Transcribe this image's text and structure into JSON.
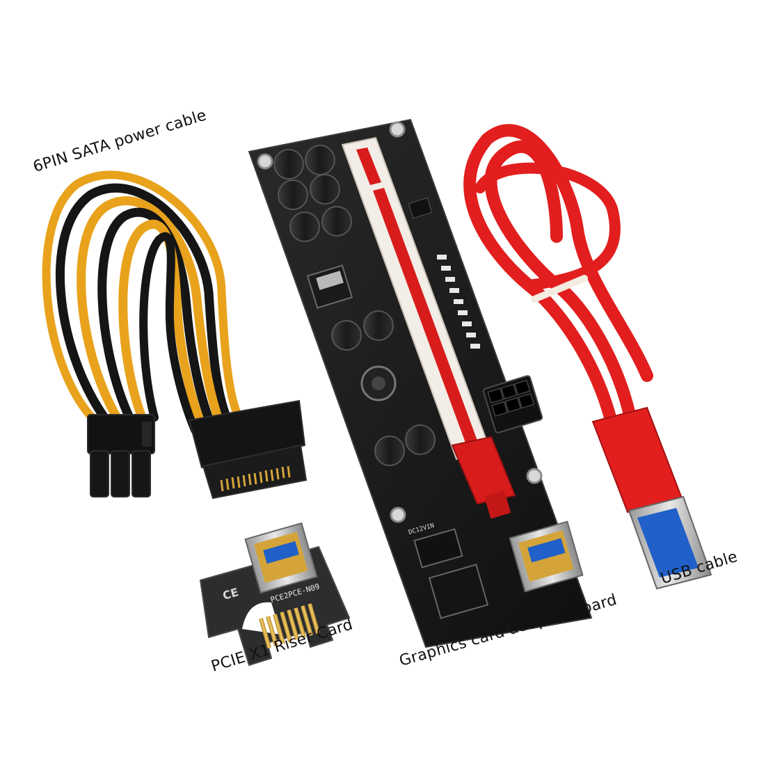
{
  "labels": {
    "sata_cable": "6PIN SATA power cable",
    "riser_card": "PCIE X1 Riser Card",
    "adapter_board": "Graphics card adapter board",
    "usb_cable": "USB cable"
  },
  "printed_marks": {
    "riser_model": "PCE2PCE-N09",
    "ce_mark": "CE",
    "power_marking": "DC12VIN"
  },
  "colors": {
    "background": "#ffffff",
    "pcb": "#1c1c1c",
    "slot_body": "#f2ede6",
    "slot_red": "#d81c1c",
    "usb_cable_red": "#e21e1e",
    "wire_yellow": "#e8a21c",
    "wire_black": "#151515",
    "gold_contacts": "#d4a43a"
  }
}
